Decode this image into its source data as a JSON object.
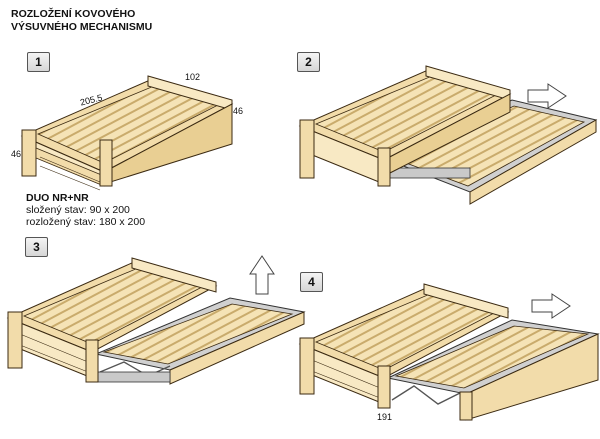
{
  "title_lines": [
    "ROZLOŽENÍ KOVOVÉHO",
    "VÝSUVNÉHO MECHANISMU"
  ],
  "steps": [
    "1",
    "2",
    "3",
    "4"
  ],
  "dimensions": {
    "length": "205.5",
    "width": "102",
    "height_right": "46",
    "height_left": "46",
    "drawer_offset": "191"
  },
  "spec": {
    "model": "DUO NR+NR",
    "folded": "složený stav: 90 x 200",
    "unfolded": "rozložený stav: 180 x 200"
  },
  "colors": {
    "wood": "#f2dcaa",
    "wood_light": "#f8e9c4",
    "wood_dark": "#d8bd80",
    "outline": "#3b2a12",
    "metal": "#c9c9c9",
    "arrow_fill": "#ffffff"
  },
  "icons": [
    "arrow-right-icon",
    "arrow-up-icon",
    "arrow-right-icon"
  ]
}
